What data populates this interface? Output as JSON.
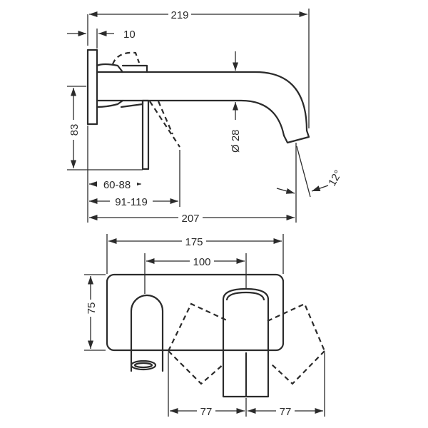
{
  "side_view": {
    "overall_length": "219",
    "plate_thickness": "10",
    "height": "83",
    "diameter": "Ø 28",
    "angle": "12°",
    "projection_min": "60-88",
    "projection_range": "91-119",
    "spout_reach": "207"
  },
  "front_view": {
    "plate_width": "175",
    "center_distance": "100",
    "plate_height": "75",
    "handle_swing_left": "77",
    "handle_swing_right": "77"
  }
}
